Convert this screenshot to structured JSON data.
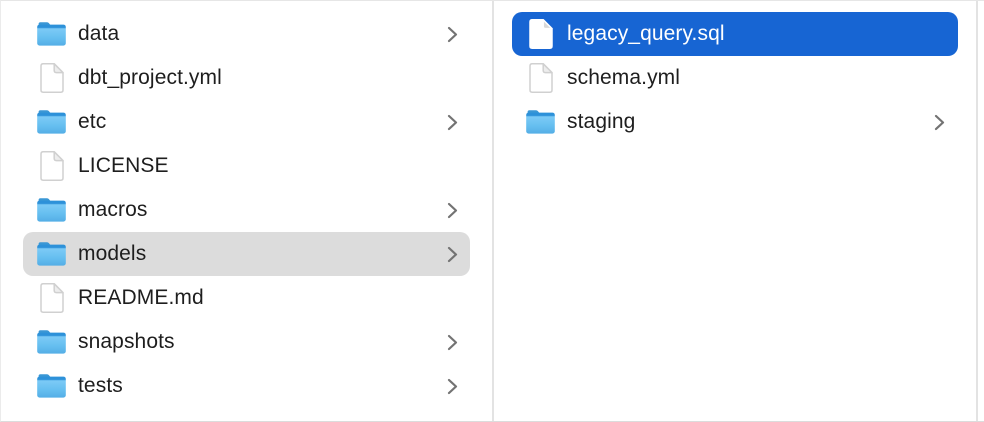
{
  "window": {
    "view": "finder-column-view"
  },
  "colors": {
    "selection_blue": "#1765d3",
    "selection_gray": "#dcdcdc",
    "divider": "#e3e3e3",
    "text": "#1e1e1e",
    "selected_text": "#ffffff",
    "chevron": "#737373",
    "folder_light": "#6fc4f2",
    "folder_dark": "#2d91d9"
  },
  "columns": [
    {
      "name": "parent-column",
      "items": [
        {
          "label": "data",
          "type": "folder",
          "chevron": true,
          "selected": false
        },
        {
          "label": "dbt_project.yml",
          "type": "file",
          "chevron": false,
          "selected": false
        },
        {
          "label": "etc",
          "type": "folder",
          "chevron": true,
          "selected": false
        },
        {
          "label": "LICENSE",
          "type": "file",
          "chevron": false,
          "selected": false
        },
        {
          "label": "macros",
          "type": "folder",
          "chevron": true,
          "selected": false
        },
        {
          "label": "models",
          "type": "folder",
          "chevron": true,
          "selected": true,
          "selection_style": "inactive-gray"
        },
        {
          "label": "README.md",
          "type": "file",
          "chevron": false,
          "selected": false
        },
        {
          "label": "snapshots",
          "type": "folder",
          "chevron": true,
          "selected": false
        },
        {
          "label": "tests",
          "type": "folder",
          "chevron": true,
          "selected": false
        }
      ]
    },
    {
      "name": "child-column",
      "items": [
        {
          "label": "legacy_query.sql",
          "type": "file",
          "chevron": false,
          "selected": true,
          "selection_style": "active-blue"
        },
        {
          "label": "schema.yml",
          "type": "file",
          "chevron": false,
          "selected": false
        },
        {
          "label": "staging",
          "type": "folder",
          "chevron": true,
          "selected": false
        }
      ]
    }
  ]
}
